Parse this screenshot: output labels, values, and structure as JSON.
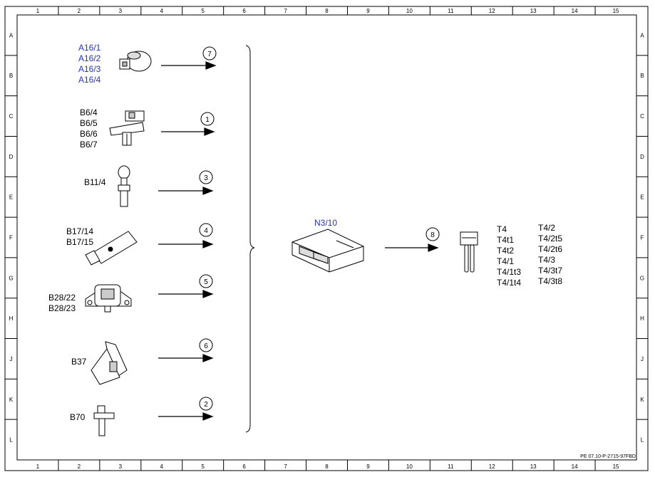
{
  "frame": {
    "columns": [
      "1",
      "2",
      "3",
      "4",
      "5",
      "6",
      "7",
      "8",
      "9",
      "10",
      "11",
      "12",
      "13",
      "14",
      "15"
    ],
    "rows": [
      "A",
      "B",
      "C",
      "D",
      "E",
      "F",
      "G",
      "H",
      "J",
      "K",
      "L"
    ]
  },
  "components": [
    {
      "id": "knock-sensors",
      "labels": [
        "A16/1",
        "A16/2",
        "A16/3",
        "A16/4"
      ],
      "callout": "7",
      "icon": "knock-sensor-icon",
      "label_color": "#2233cc"
    },
    {
      "id": "camshaft-sensors",
      "labels": [
        "B6/4",
        "B6/5",
        "B6/6",
        "B6/7"
      ],
      "callout": "1",
      "icon": "hall-sensor-icon"
    },
    {
      "id": "temp-sensor",
      "labels": [
        "B11/4"
      ],
      "callout": "3",
      "icon": "temperature-sensor-icon"
    },
    {
      "id": "air-temp-sensors",
      "labels": [
        "B17/14",
        "B17/15"
      ],
      "callout": "4",
      "icon": "intake-temp-sensor-icon"
    },
    {
      "id": "pressure-sensors",
      "labels": [
        "B28/22",
        "B28/23"
      ],
      "callout": "5",
      "icon": "pressure-sensor-icon"
    },
    {
      "id": "pedal-sensor",
      "labels": [
        "B37"
      ],
      "callout": "6",
      "icon": "accelerator-pedal-icon"
    },
    {
      "id": "crankshaft-sensor",
      "labels": [
        "B70"
      ],
      "callout": "2",
      "icon": "crankshaft-sensor-icon"
    }
  ],
  "control_unit": {
    "label": "N3/10",
    "icon": "engine-control-unit-icon",
    "label_color": "#2233cc"
  },
  "output": {
    "callout": "8",
    "icon": "ignition-coil-icon",
    "labels_col1": [
      "T4",
      "T4t1",
      "T4t2",
      "T4/1",
      "T4/1t3",
      "T4/1t4"
    ],
    "labels_col2": [
      "T4/2",
      "T4/2t5",
      "T4/2t6",
      "T4/3",
      "T4/3t7",
      "T4/3t8"
    ]
  },
  "drawing_code": "PE 07.10-P-2715-97FBD"
}
